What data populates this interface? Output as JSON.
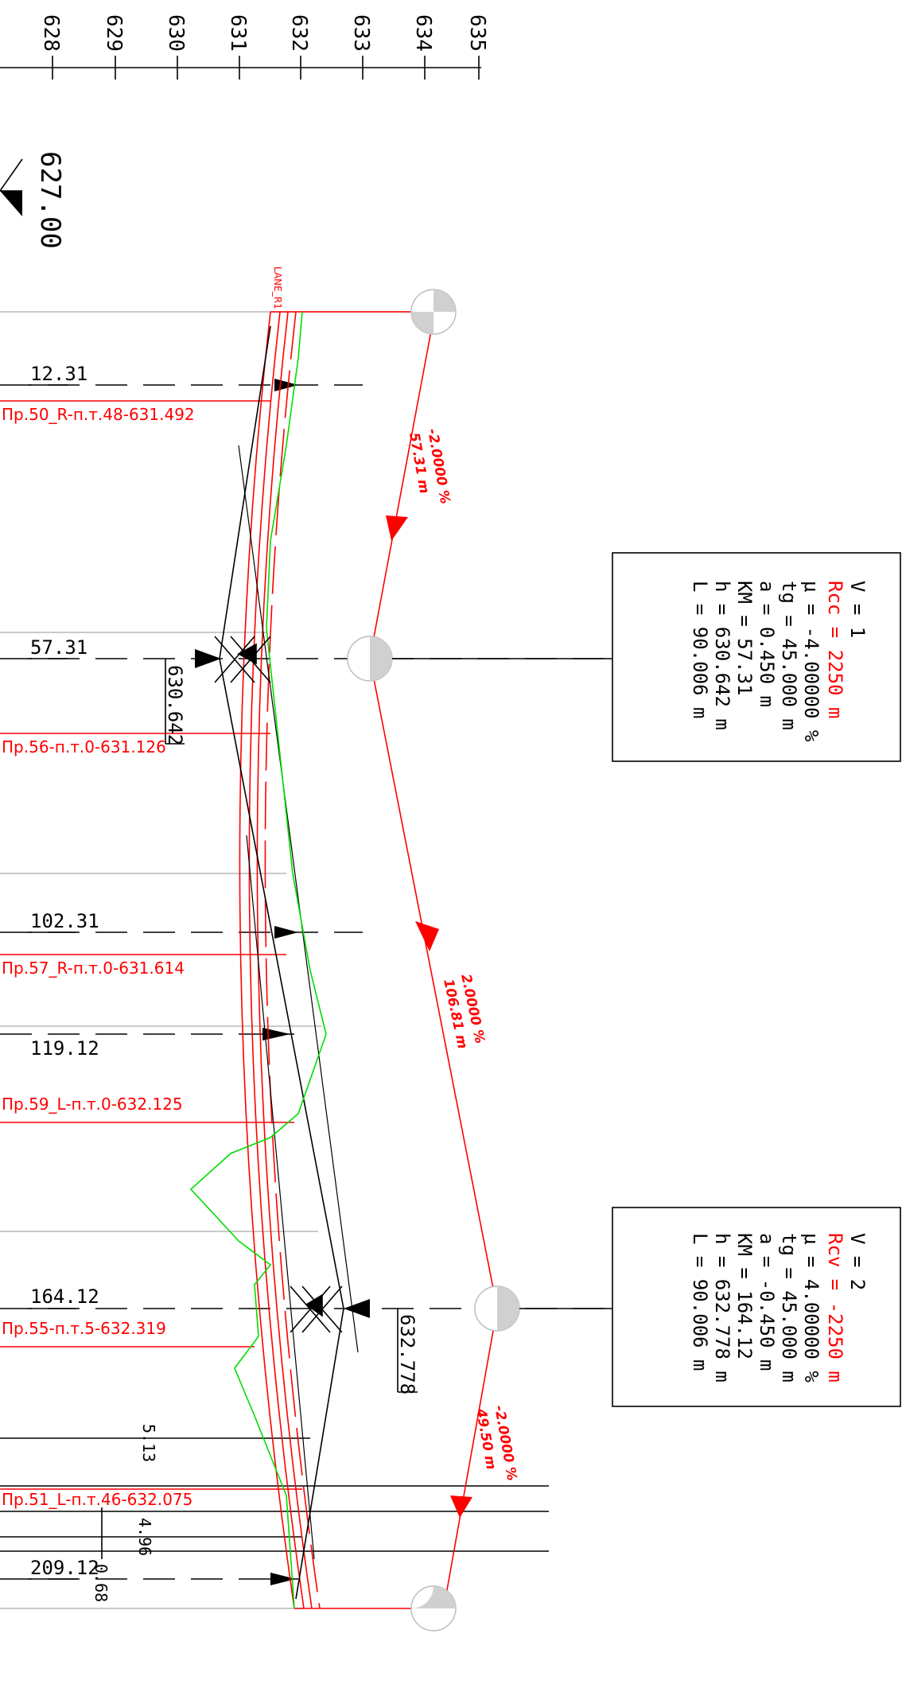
{
  "scale": {
    "ticks": [
      "628",
      "629",
      "630",
      "631",
      "632",
      "633",
      "634",
      "635"
    ]
  },
  "datum": {
    "label": "627.00"
  },
  "lane_tag": "LANE_R1",
  "stations": [
    {
      "km": "12.31",
      "profile": "Пр.50_R-п.т.48-631.492"
    },
    {
      "km": "57.31",
      "profile": "Пр.56-п.т.0-631.126",
      "elevation": "630.642"
    },
    {
      "km": "102.31",
      "profile": "Пр.57_R-п.т.0-631.614"
    },
    {
      "km": "119.12",
      "profile": "Пр.59_L-п.т.0-632.125"
    },
    {
      "km": "164.12",
      "profile": "Пр.55-п.т.5-632.319",
      "elevation": "632.778"
    },
    {
      "km": "209.12",
      "profile": "Пр.51_L-п.т.46-632.075"
    }
  ],
  "dims": [
    "5.13",
    "4.96",
    "0.68"
  ],
  "grades": [
    {
      "slope": "-2.0000 %",
      "length": "57.31 m"
    },
    {
      "slope": "2.0000 %",
      "length": "106.81 m"
    },
    {
      "slope": "-2.0000 %",
      "length": "49.50 m"
    }
  ],
  "curves": [
    {
      "v": "V = 1",
      "r": "Rcc = 2250 m",
      "mu": "μ = -4.00000 %",
      "tg": "tg = 45.000 m",
      "a": "a = 0.450 m",
      "km": "KM = 57.31",
      "h": "h = 630.642 m",
      "l": "L = 90.006 m"
    },
    {
      "v": "V = 2",
      "r": "Rcv = -2250 m",
      "mu": "μ = 4.00000 %",
      "tg": "tg = 45.000 m",
      "a": "a = -0.450 m",
      "km": "KM = 164.12",
      "h": "h = 632.778 m",
      "l": "L = 90.006 m"
    }
  ],
  "colors": {
    "red": "#ff0000",
    "green": "#00dd00",
    "black": "#000000",
    "grey": "#b8b8b8"
  }
}
